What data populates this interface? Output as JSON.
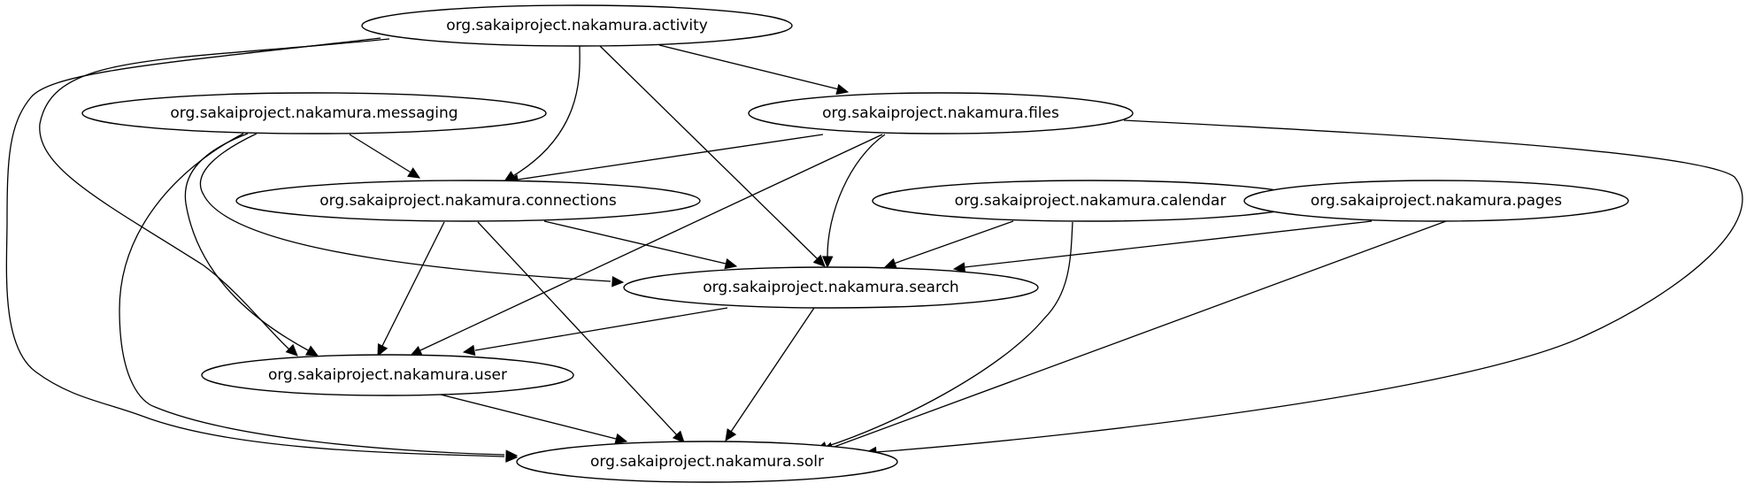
{
  "graph": {
    "type": "directed",
    "colors": {
      "node_fill": "#ffffff",
      "stroke": "#000000",
      "text": "#000000",
      "background": "#ffffff"
    },
    "nodes": [
      {
        "id": "activity",
        "label": "org.sakaiproject.nakamura.activity"
      },
      {
        "id": "messaging",
        "label": "org.sakaiproject.nakamura.messaging"
      },
      {
        "id": "files",
        "label": "org.sakaiproject.nakamura.files"
      },
      {
        "id": "connections",
        "label": "org.sakaiproject.nakamura.connections"
      },
      {
        "id": "calendar",
        "label": "org.sakaiproject.nakamura.calendar"
      },
      {
        "id": "pages",
        "label": "org.sakaiproject.nakamura.pages"
      },
      {
        "id": "search",
        "label": "org.sakaiproject.nakamura.search"
      },
      {
        "id": "user",
        "label": "org.sakaiproject.nakamura.user"
      },
      {
        "id": "solr",
        "label": "org.sakaiproject.nakamura.solr"
      }
    ],
    "edges": [
      {
        "from": "activity",
        "to": "files"
      },
      {
        "from": "activity",
        "to": "connections"
      },
      {
        "from": "activity",
        "to": "search"
      },
      {
        "from": "activity",
        "to": "user"
      },
      {
        "from": "activity",
        "to": "solr"
      },
      {
        "from": "messaging",
        "to": "connections"
      },
      {
        "from": "messaging",
        "to": "search"
      },
      {
        "from": "messaging",
        "to": "user"
      },
      {
        "from": "messaging",
        "to": "solr"
      },
      {
        "from": "files",
        "to": "connections"
      },
      {
        "from": "files",
        "to": "search"
      },
      {
        "from": "files",
        "to": "user"
      },
      {
        "from": "files",
        "to": "solr"
      },
      {
        "from": "connections",
        "to": "search"
      },
      {
        "from": "connections",
        "to": "user"
      },
      {
        "from": "connections",
        "to": "solr"
      },
      {
        "from": "calendar",
        "to": "search"
      },
      {
        "from": "calendar",
        "to": "solr"
      },
      {
        "from": "pages",
        "to": "search"
      },
      {
        "from": "pages",
        "to": "solr"
      },
      {
        "from": "search",
        "to": "user"
      },
      {
        "from": "search",
        "to": "solr"
      },
      {
        "from": "user",
        "to": "solr"
      }
    ]
  }
}
